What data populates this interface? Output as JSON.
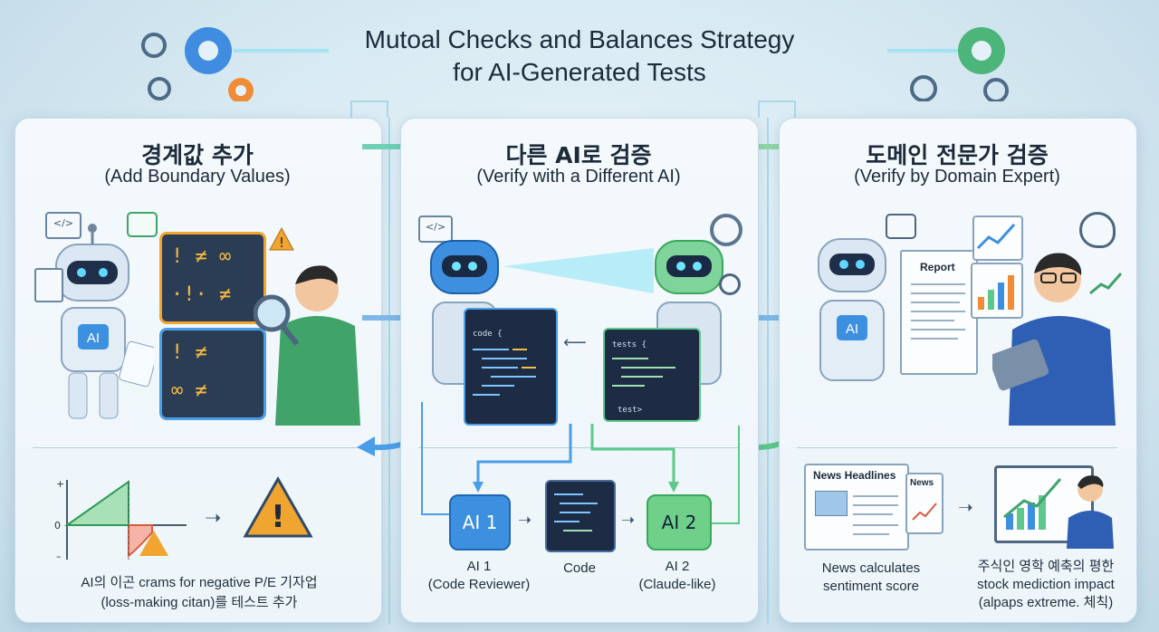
{
  "title": {
    "line1": "Mutoal Checks and Balances Strategy",
    "line2": "for AI-Generated Tests"
  },
  "panels": [
    {
      "title_ko": "경계값 추가",
      "title_en": "(Add Boundary Values)",
      "robot_badge": "AI",
      "chart_labels": {
        "plus": "+",
        "zero": "0",
        "minus": "–"
      },
      "caption_line1": "AI의 이곤 crams for negative P/E 기자업",
      "caption_line2": "(loss-making citan)를 테스트 추가",
      "screen_rows": [
        "! ≠ ∞",
        "·!· ≠",
        "! ≠",
        "∞ ≠"
      ]
    },
    {
      "title_ko": "다른 AI로 검증",
      "title_en": "(Verify with a Different AI)",
      "code_label_left": "code {",
      "code_label_right": "tests {",
      "code_label_right_end": "test>",
      "flow": {
        "ai1_box": "AI 1",
        "ai2_box": "AI 2",
        "ai1_label_1": "AI 1",
        "ai1_label_2": "(Code Reviewer)",
        "code_label": "Code",
        "ai2_label_1": "AI 2",
        "ai2_label_2": "(Claude-like)"
      }
    },
    {
      "title_ko": "도메인 전문가 검증",
      "title_en": "(Verify by Domain Expert)",
      "robot_badge": "AI",
      "report_label": "Report",
      "news_headline": "News Headlines",
      "news_small": "News",
      "caption_left_1": "News calculates",
      "caption_left_2": "sentiment score",
      "caption_right_1": "주식인 영학 예축의 평한",
      "caption_right_2": "stock mediction impact",
      "caption_right_3": "(alpaps extreme. 체칙)"
    }
  ],
  "colors": {
    "ai1_blue": "#3d8fe0",
    "ai2_green": "#6fd08a",
    "arrow_blue": "#4a9ee8",
    "arrow_green": "#5cc98a",
    "warning_orange": "#f0a531"
  }
}
